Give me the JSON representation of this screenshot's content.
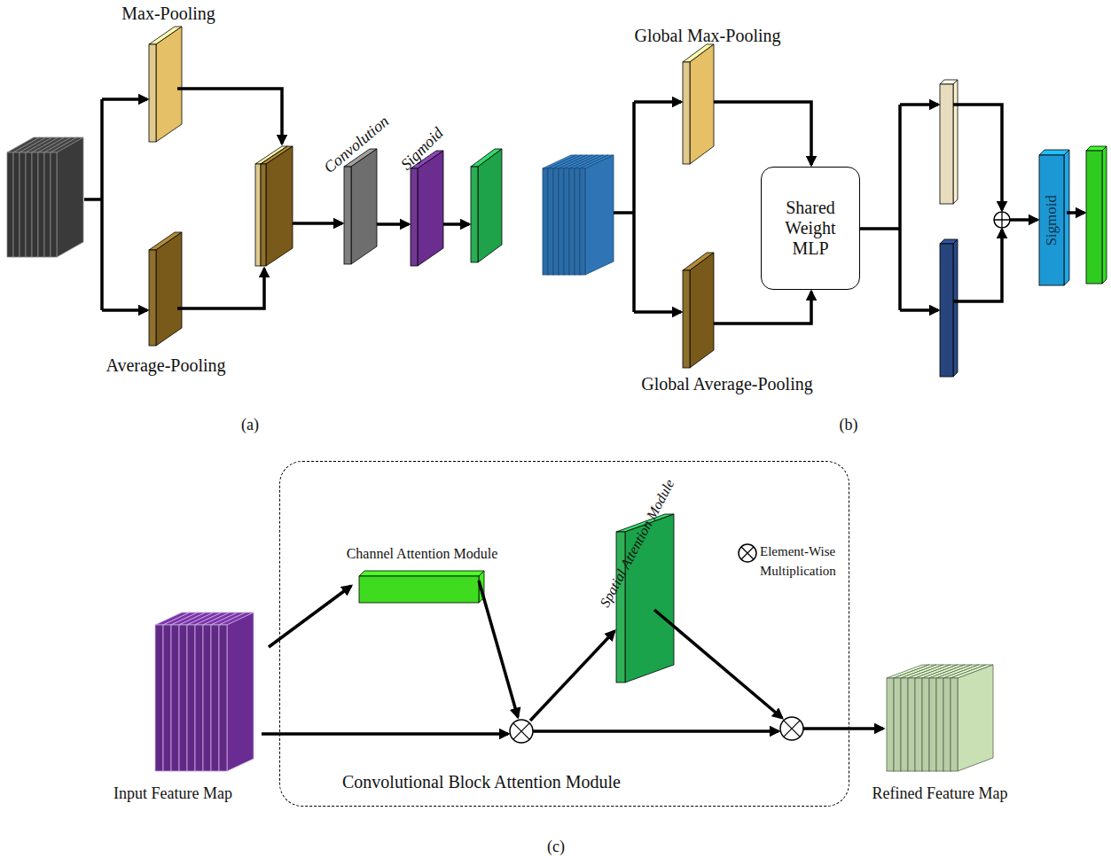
{
  "diagram": {
    "nodes": [
      {
        "text": [
          "Shared Weight MLP"
        ]
      },
      {
        "text": [
          "Sigmoid"
        ]
      },
      {
        "text": [
          "Convolutional Block Attention Module"
        ]
      },
      {
        "text": [
          "Channel Attention Module"
        ],
        "in": 2
      },
      {
        "text": [
          "Spatial Attention Module"
        ],
        "in": 2
      },
      {
        "text": [
          "Input Feature Map"
        ]
      },
      {
        "text": [
          "Refined Feature Map"
        ]
      }
    ],
    "edges": [
      {
        "from": 5,
        "to": 3,
        "arrow": "to"
      }
    ],
    "labels": [
      "Max-Pooling",
      "Average-Pooling",
      "Convolution",
      "Sigmoid",
      "(a)",
      "Global Max-Pooling",
      "Global Average-Pooling",
      "(b)",
      "(c)"
    ],
    "legend": [
      {
        "text": "Element-Wise Multiplication"
      }
    ]
  }
}
